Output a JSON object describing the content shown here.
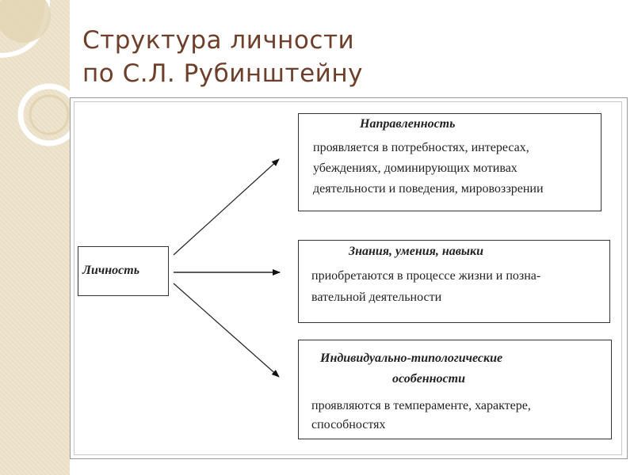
{
  "title": {
    "line1": "Структура личности",
    "line2": "по С.Л. Рубинштейну"
  },
  "diagram": {
    "root": "Личность",
    "branches": [
      {
        "heading": "Направленность",
        "lines": [
          "проявляется в потребностях, интересах,",
          "убеждениях, доминирующих мотивах",
          "деятельности и поведения, мировоззрении"
        ]
      },
      {
        "heading": "Знания, умения, навыки",
        "lines": [
          "приобретаются в процессе жизни и позна-",
          "вательной деятельности"
        ]
      },
      {
        "heading_lines": [
          "Индивидуально-типологические",
          "особенности"
        ],
        "lines": [
          "проявляются в темпераменте, характере,",
          "способностях"
        ]
      }
    ]
  },
  "colors": {
    "title": "#6e3f2a",
    "deco_band": "#eadfc6"
  }
}
